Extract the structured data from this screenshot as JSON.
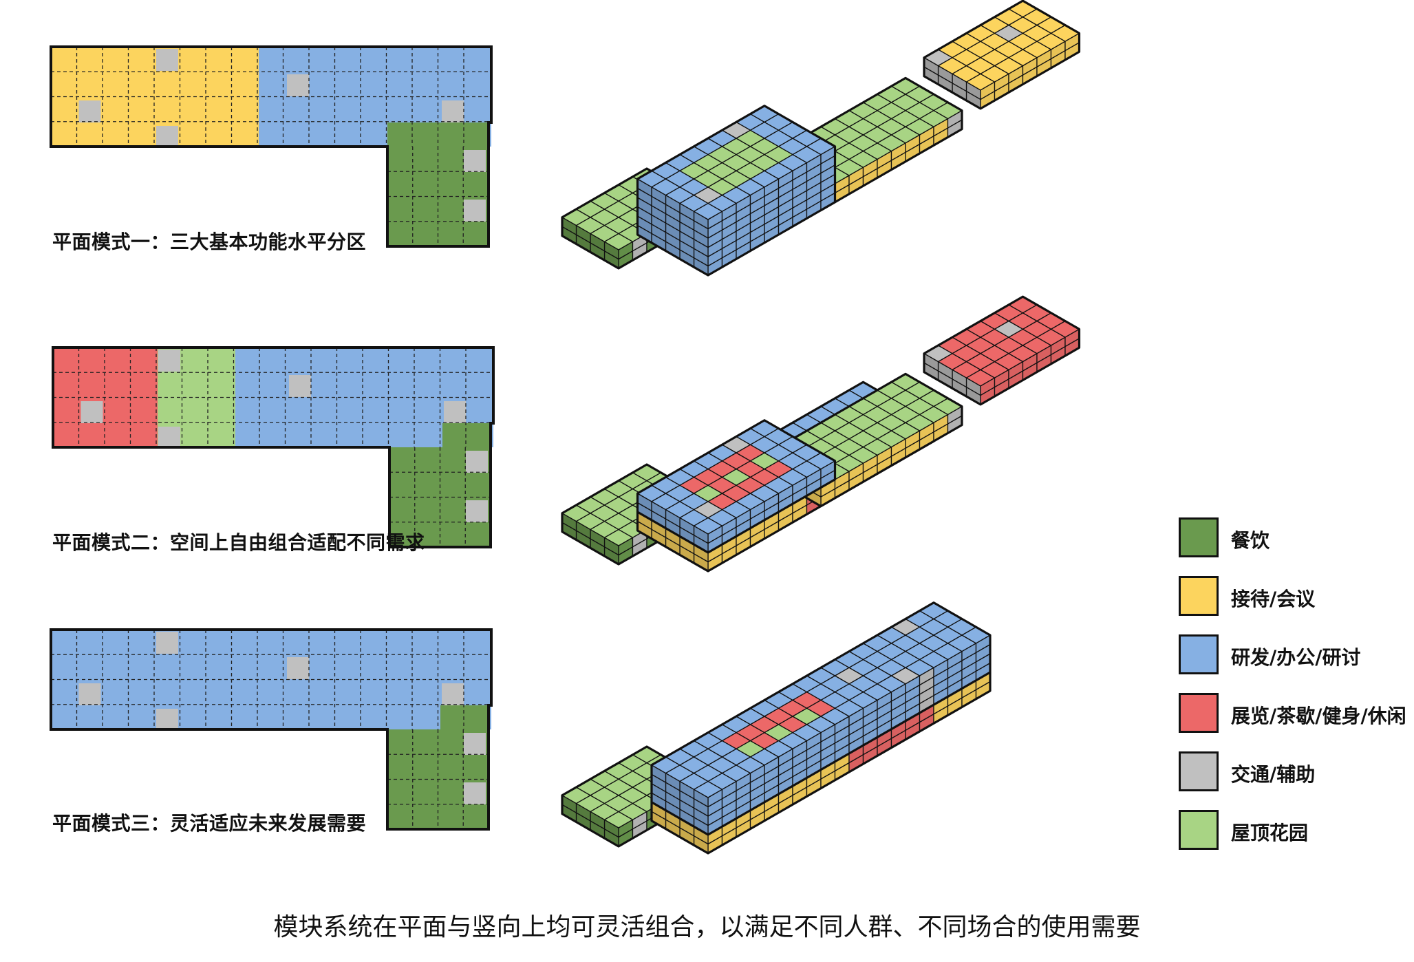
{
  "colors": {
    "dining": "#6a9a4e",
    "reception": "#fcd45e",
    "research": "#86b0e3",
    "exhibition": "#ec6868",
    "traffic": "#c0c0c0",
    "roof_garden": "#a8d484",
    "outline": "#111111"
  },
  "plans": [
    {
      "caption": "平面模式一：三大基本功能水平分区",
      "left_zone": "reception",
      "mid_zone": "reception"
    },
    {
      "caption": "平面模式二：空间上自由组合适配不同需求",
      "left_zone": "exhibition",
      "mid_zone": "roof_garden"
    },
    {
      "caption": "平面模式三：灵活适应未来发展需要",
      "left_zone": "research",
      "mid_zone": "research"
    }
  ],
  "legend": [
    {
      "key": "dining",
      "label": "餐饮"
    },
    {
      "key": "reception",
      "label": "接待/会议"
    },
    {
      "key": "research",
      "label": "研发/办公/研讨"
    },
    {
      "key": "exhibition",
      "label": "展览/茶歇/健身/休闲"
    },
    {
      "key": "traffic",
      "label": "交通/辅助"
    },
    {
      "key": "roof_garden",
      "label": "屋顶花园"
    }
  ],
  "footer": "模块系统在平面与竖向上均可灵活组合，以满足不同人群、不同场合的使用需要"
}
